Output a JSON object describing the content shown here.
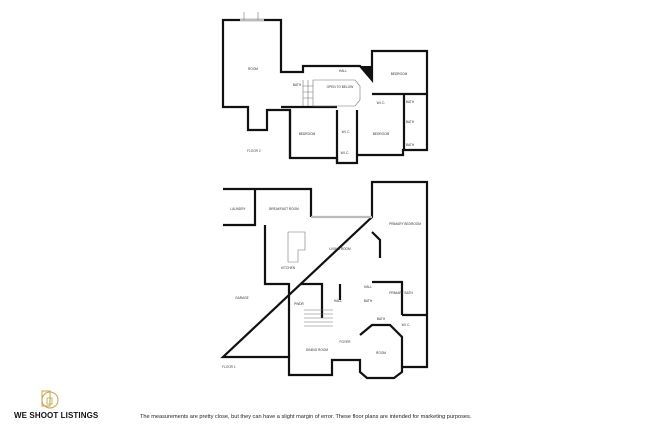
{
  "floor2": {
    "label": "FLOOR 2",
    "rooms": [
      "ROOM",
      "HALL",
      "OPEN TO BELOW",
      "BEDROOM",
      "W.I.C.",
      "BATH",
      "BATH",
      "BATH",
      "BEDROOM",
      "W.I.C.",
      "BEDROOM",
      "W.I.C.",
      "BATH"
    ]
  },
  "floor1": {
    "label": "FLOOR 1",
    "rooms": [
      "LAUNDRY",
      "BREAKFAST ROOM",
      "PRIMARY BEDROOM",
      "LIVING ROOM",
      "KITCHEN",
      "GARAGE",
      "HALL",
      "PRIMARY BATH",
      "BATH",
      "BATH",
      "W.I.C.",
      "FOYER",
      "DINING ROOM",
      "ROOM",
      "HALL",
      "PWDR"
    ]
  },
  "footer": {
    "brand": "WE SHOOT LISTINGS",
    "disclaimer": "The measurements are pretty close, but they can have a slight margin of error. These floor plans are intended for marketing purposes."
  },
  "colors": {
    "wall": "#111111",
    "logo_gold": "#c9a24a"
  }
}
